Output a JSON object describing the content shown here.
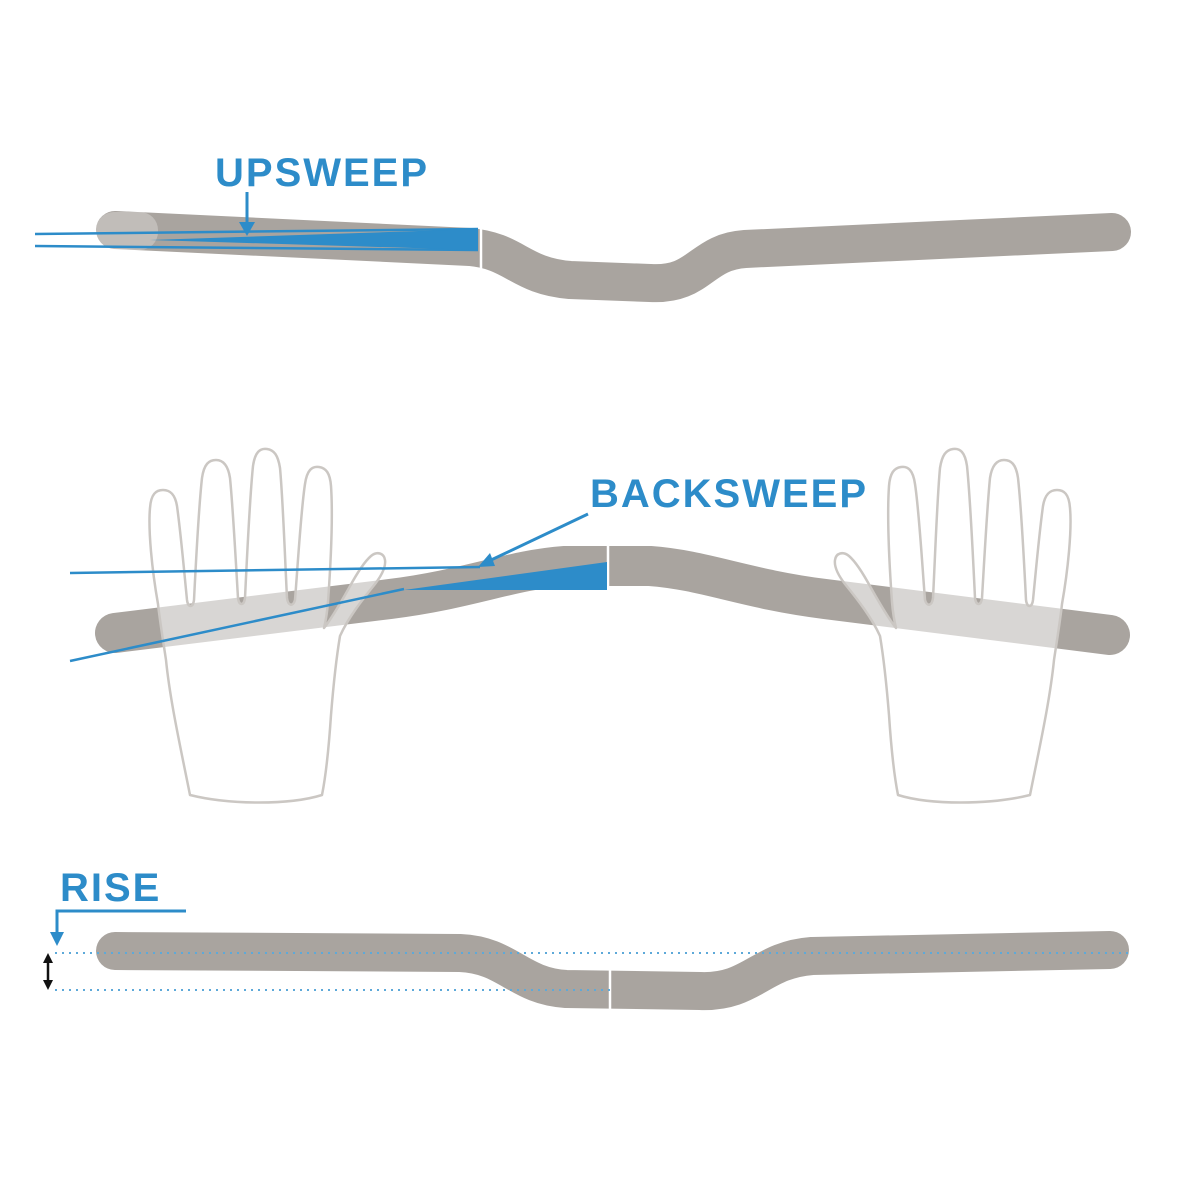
{
  "diagram": {
    "subject": "handlebar-geometry",
    "labels": {
      "upsweep": "UPSWEEP",
      "backsweep": "BACKSWEEP",
      "rise": "RISE"
    },
    "colors": {
      "accent_blue": "#2d8cc9",
      "bar_gray": "#a9a49f",
      "bar_seam": "#ffffff",
      "bar_ghost": "#c3bfba",
      "hand_outline": "#cbc7c3",
      "dotted_blue": "#5da9d9",
      "arrow_black": "#111111",
      "background": "#ffffff"
    }
  }
}
